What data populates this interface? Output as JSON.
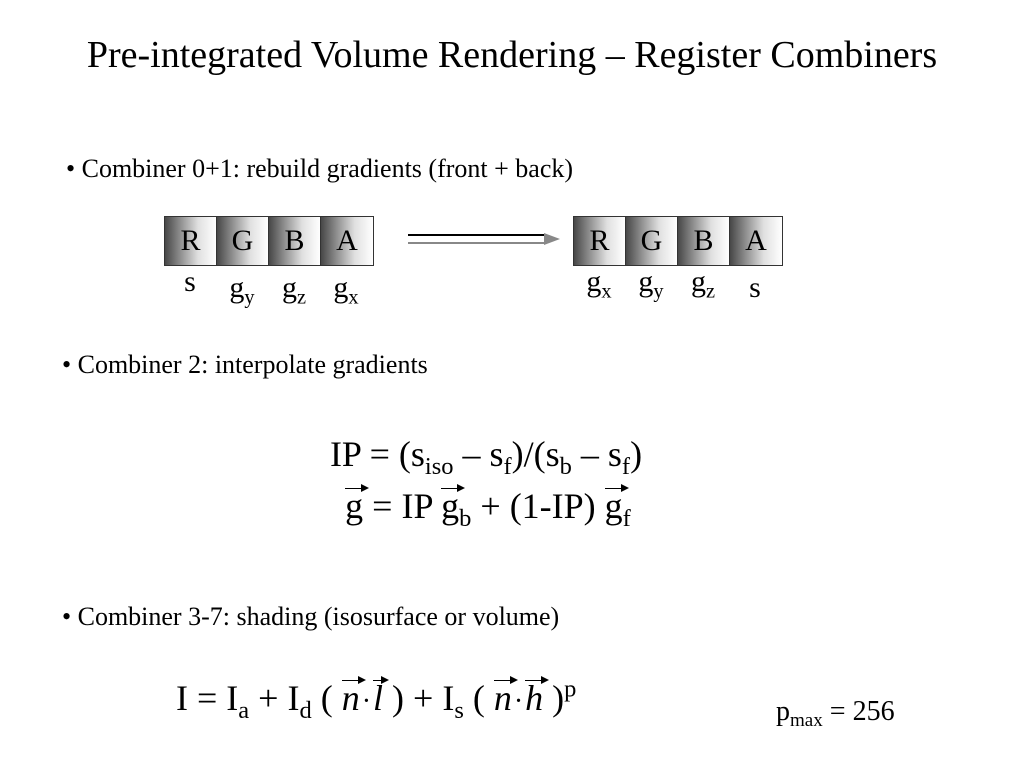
{
  "title": "Pre-integrated Volume Rendering – Register Combiners",
  "bullets": {
    "b1": "• Combiner 0+1: rebuild gradients (front + back)",
    "b2": "• Combiner 2: interpolate gradients",
    "b3": "• Combiner 3-7: shading (isosurface or volume)"
  },
  "register_left": {
    "channels": [
      "R",
      "G",
      "B",
      "A"
    ],
    "labels": [
      "s",
      "g",
      "g",
      "g"
    ],
    "subscripts": [
      "",
      "y",
      "z",
      "x"
    ]
  },
  "register_right": {
    "channels": [
      "R",
      "G",
      "B",
      "A"
    ],
    "labels": [
      "g",
      "g",
      "g",
      "s"
    ],
    "subscripts": [
      "x",
      "y",
      "z",
      ""
    ]
  },
  "equations": {
    "ip": {
      "lhs": "IP = (s",
      "iso": "iso",
      "mid1": " – s",
      "f1": "f",
      "mid2": ")/(s",
      "b": "b",
      "mid3": " – s",
      "f2": "f",
      "end": ")"
    },
    "grad": {
      "g": "g",
      "eq": " = IP ",
      "g2": "g",
      "b": "b",
      "plus": " + (1-IP) ",
      "g3": "g",
      "f": "f"
    },
    "shading": {
      "i_eq": "I = I",
      "a": "a",
      "plus1": " + I",
      "d": "d",
      "open1": " ( ",
      "n": "n",
      "dot": "·",
      "l": "l",
      "close1": " ) + I",
      "s": "s",
      "open2": " ( ",
      "n2": "n",
      "dot2": "·",
      "h": "h",
      "close2": " )",
      "p": "p"
    }
  },
  "pmax": {
    "p": "p",
    "sub": "max",
    "rest": " = 256"
  }
}
